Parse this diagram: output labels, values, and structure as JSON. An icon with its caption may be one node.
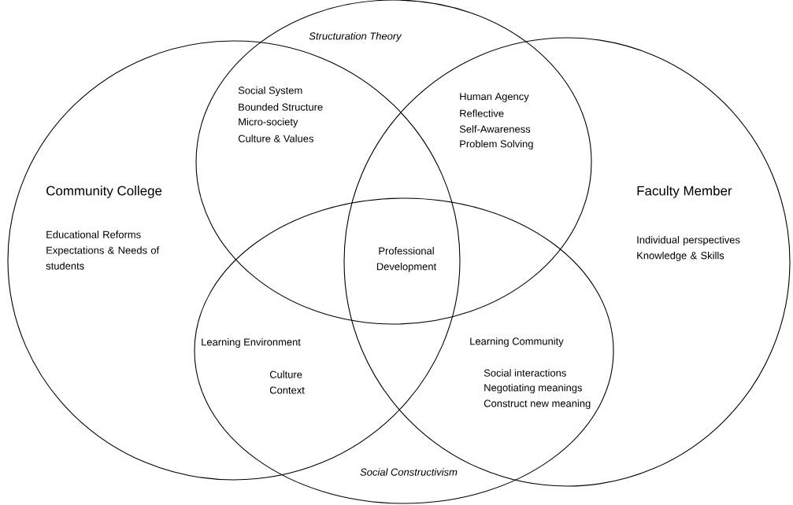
{
  "diagram": {
    "nodes": [
      {
        "text": [
          "Structuration Theory"
        ]
      },
      {
        "text": [
          "Community College",
          "Educational Reforms Expectations & Needs of students"
        ]
      },
      {
        "text": [
          "Faculty Member",
          "Individual perspectives Knowledge & Skills"
        ]
      },
      {
        "text": [
          "Social Constructivism"
        ]
      }
    ],
    "labels": [
      "Social System",
      "Bounded Structure",
      "Micro-society",
      "Culture & Values",
      "Human Agency",
      "Reflective",
      "Self-Awareness",
      "Problem Solving",
      "Professional Development",
      "Learning Environment",
      "Culture",
      "Context",
      "Learning Community",
      "Social interactions",
      "Negotiating meanings",
      "Construct new meaning"
    ]
  }
}
